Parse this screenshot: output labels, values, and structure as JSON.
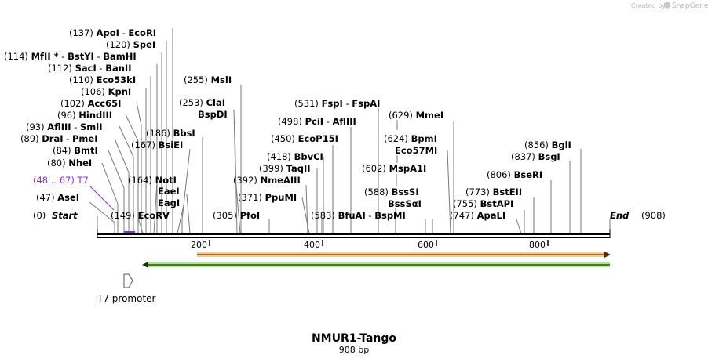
{
  "credit": {
    "created_by": "Created by",
    "brand": "SnapGene"
  },
  "title": "NMUR1-Tango",
  "subtitle": "908 bp",
  "ends": {
    "start": "Start",
    "start_pos": "(0)",
    "end": "End",
    "end_pos": "(908)"
  },
  "ruler": {
    "ticks": [
      "200",
      "400",
      "600",
      "800"
    ]
  },
  "primer": {
    "name": "T7",
    "range": "(48 .. 67)"
  },
  "promoter": {
    "label": "T7 promoter"
  },
  "sites": [
    {
      "pos": "(137)",
      "name": "ApoI",
      "sep": "-",
      "name2": "EcoRI"
    },
    {
      "pos": "(120)",
      "name": "SpeI"
    },
    {
      "pos": "(114)",
      "name": "MfII *",
      "sep": "-",
      "name2": "BstYI",
      "sep2": "-",
      "name3": "BamHI"
    },
    {
      "pos": "(112)",
      "name": "SacI",
      "sep": "-",
      "name2": "BanII"
    },
    {
      "pos": "(110)",
      "name": "Eco53kI"
    },
    {
      "pos": "(106)",
      "name": "KpnI"
    },
    {
      "pos": "(102)",
      "name": "Acc65I"
    },
    {
      "pos": "(96)",
      "name": "HindIII"
    },
    {
      "pos": "(93)",
      "name": "AflIII",
      "sep": "-",
      "name2": "SmlI"
    },
    {
      "pos": "(89)",
      "name": "DraI",
      "sep": "-",
      "name2": "PmeI"
    },
    {
      "pos": "(84)",
      "name": "BmtI"
    },
    {
      "pos": "(80)",
      "name": "NheI"
    },
    {
      "pos": "(47)",
      "name": "AseI"
    },
    {
      "pos": "(149)",
      "name": "EcoRV"
    },
    {
      "pos": "(186)",
      "name": "BbsI"
    },
    {
      "pos": "(167)",
      "name": "BsiEI"
    },
    {
      "pos": "(164)",
      "name": "NotI"
    },
    {
      "name": "EaeI"
    },
    {
      "name": "EagI"
    },
    {
      "pos": "(255)",
      "name": "MslI"
    },
    {
      "pos": "(253)",
      "name": "ClaI"
    },
    {
      "name": "BspDI"
    },
    {
      "pos": "(392)",
      "name": "NmeAIII"
    },
    {
      "pos": "(371)",
      "name": "PpuMI"
    },
    {
      "pos": "(305)",
      "name": "PfoI"
    },
    {
      "pos": "(531)",
      "name": "FspI",
      "sep": "-",
      "name2": "FspAI"
    },
    {
      "pos": "(498)",
      "name": "PciI",
      "sep": "-",
      "name2": "AflIII"
    },
    {
      "pos": "(450)",
      "name": "EcoP15I"
    },
    {
      "pos": "(418)",
      "name": "BbvCI"
    },
    {
      "pos": "(399)",
      "name": "TaqII"
    },
    {
      "pos": "(583)",
      "name": "BfuAI",
      "sep": "-",
      "name2": "BspMI"
    },
    {
      "pos": "(629)",
      "name": "MmeI"
    },
    {
      "pos": "(624)",
      "name": "BpmI"
    },
    {
      "name": "Eco57MI"
    },
    {
      "pos": "(602)",
      "name": "MspA1I"
    },
    {
      "pos": "(588)",
      "name": "BssSI"
    },
    {
      "name": "BssSαI"
    },
    {
      "pos": "(856)",
      "name": "BglI"
    },
    {
      "pos": "(837)",
      "name": "BsgI"
    },
    {
      "pos": "(806)",
      "name": "BseRI"
    },
    {
      "pos": "(773)",
      "name": "BstEII"
    },
    {
      "pos": "(755)",
      "name": "BstAPI"
    },
    {
      "pos": "(747)",
      "name": "ApaLI"
    }
  ],
  "colors": {
    "primer": "#8a2be2",
    "orf_orange": "#f0a030",
    "orf_green": "#7ad04a",
    "backbone": "#000000"
  }
}
